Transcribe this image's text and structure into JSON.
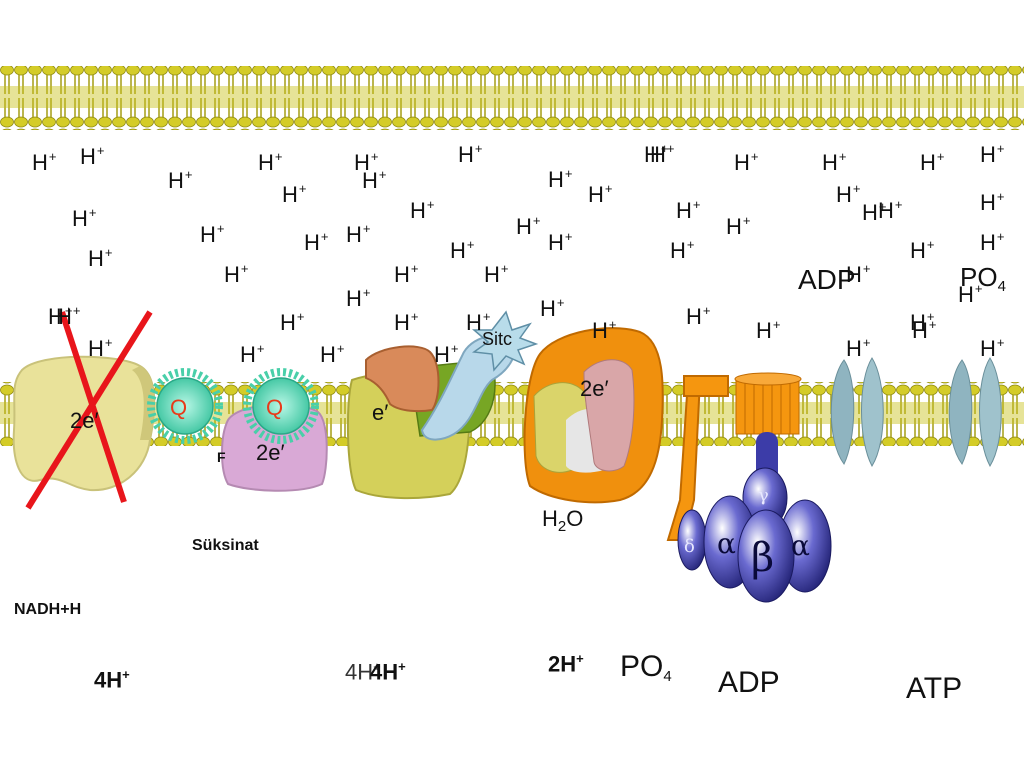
{
  "membrane": {
    "color": "#c9c11a",
    "head_color": "#d8d02a"
  },
  "protons_label": "H",
  "protons_superscript": "+",
  "intermembrane_protons": [
    "H",
    "H",
    "H",
    "H",
    "H",
    "H",
    "H",
    "H",
    "H",
    "H",
    "H",
    "H",
    "H",
    "H",
    "H",
    "H",
    "H",
    "H",
    "H",
    "H",
    "H",
    "H",
    "H",
    "H",
    "H",
    "H",
    "H",
    "H",
    "H",
    "H",
    "H",
    "H",
    "H",
    "H",
    "H",
    "H",
    "H",
    "H",
    "H",
    "H",
    "H",
    "H",
    "H",
    "H",
    "H",
    "H",
    "H",
    "H",
    "H",
    "H",
    "H",
    "H",
    "H",
    "H",
    "H",
    "H",
    "H"
  ],
  "complex1": {
    "electrons": "2e′",
    "crossed": true,
    "color": "#e9e29a",
    "cross_color": "#e8151b"
  },
  "quinone_1": {
    "label": "Q",
    "color": "#3ec9a8"
  },
  "quinone_2": {
    "label": "Q",
    "color": "#3ec9a8"
  },
  "complex2": {
    "electrons": "2e′",
    "fragment": "F",
    "color": "#d9a9d6"
  },
  "complex3": {
    "electron": "e′"
  },
  "cytochrome_c": {
    "label": "Sitc"
  },
  "complex4": {
    "electrons": "2e′",
    "water": "H",
    "water_sub": "2",
    "water_tail": "O",
    "color": "#f0900d"
  },
  "atp_synthase": {
    "subunits": {
      "gamma": "γ",
      "delta": "δ",
      "alpha_left": "α",
      "beta": "β",
      "alpha_right": "α"
    },
    "colors": {
      "stalk": "#f5960f",
      "head": "#3c3ca8"
    }
  },
  "transporter_color": "#8fb4c0",
  "labels": {
    "succinate": "Süksinat",
    "nadh": "NADH+H",
    "adp_top": "ADP",
    "po4_top_main": "PO",
    "po4_top_sub": "4",
    "proton_complex1": "4H",
    "proton_complex3_ghost": "4H",
    "proton_complex3": "4H",
    "proton_complex4": "2H",
    "po4_bottom_main": "PO",
    "po4_bottom_sub": "4",
    "adp_bottom": "ADP",
    "atp": "ATP"
  }
}
